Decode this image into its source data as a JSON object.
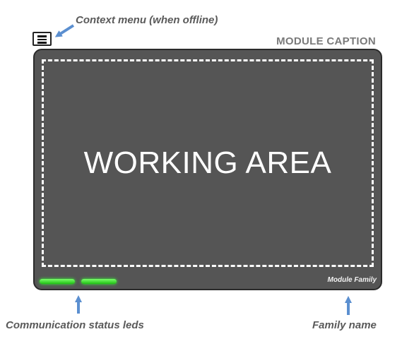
{
  "annotations": {
    "context_menu": "Context menu (when offline)",
    "leds": "Communication status leds",
    "family": "Family name"
  },
  "module": {
    "caption": "MODULE CAPTION",
    "working_area": "WORKING AREA",
    "family_label": "Module Family",
    "leds": [
      {
        "state": "on",
        "color": "#2ed82a"
      },
      {
        "state": "on",
        "color": "#2ed82a"
      }
    ],
    "menu_icon": "hamburger-menu-icon"
  },
  "colors": {
    "module_bg": "#555555",
    "arrow": "#5b8fd0",
    "annotation_text": "#5a5a5a"
  }
}
